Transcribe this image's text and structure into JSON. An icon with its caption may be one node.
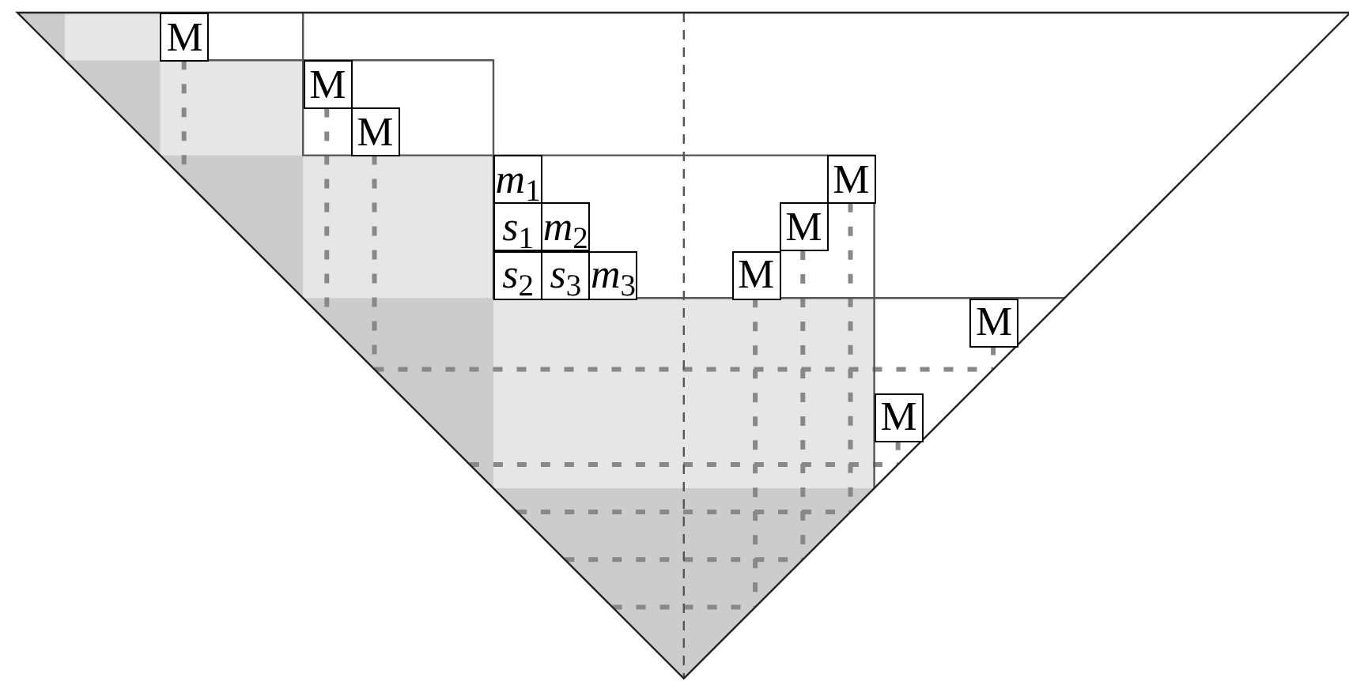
{
  "diagram": {
    "nodes": [
      {
        "text": [
          "M"
        ]
      },
      {
        "text": [
          "M"
        ]
      },
      {
        "text": [
          "M"
        ]
      },
      {
        "text": [
          "*m*$_{1}$"
        ]
      },
      {
        "text": [
          "M"
        ]
      },
      {
        "text": [
          "*s*$_{1}$"
        ]
      },
      {
        "text": [
          "*m*$_{2}$"
        ]
      },
      {
        "text": [
          "M"
        ]
      },
      {
        "text": [
          "*s*$_{2}$"
        ]
      },
      {
        "text": [
          "*s*$_{3}$"
        ]
      },
      {
        "text": [
          "*m*$_{3}$"
        ]
      },
      {
        "text": [
          "M"
        ]
      },
      {
        "text": [
          "M"
        ]
      },
      {
        "text": [
          "M"
        ]
      }
    ]
  }
}
